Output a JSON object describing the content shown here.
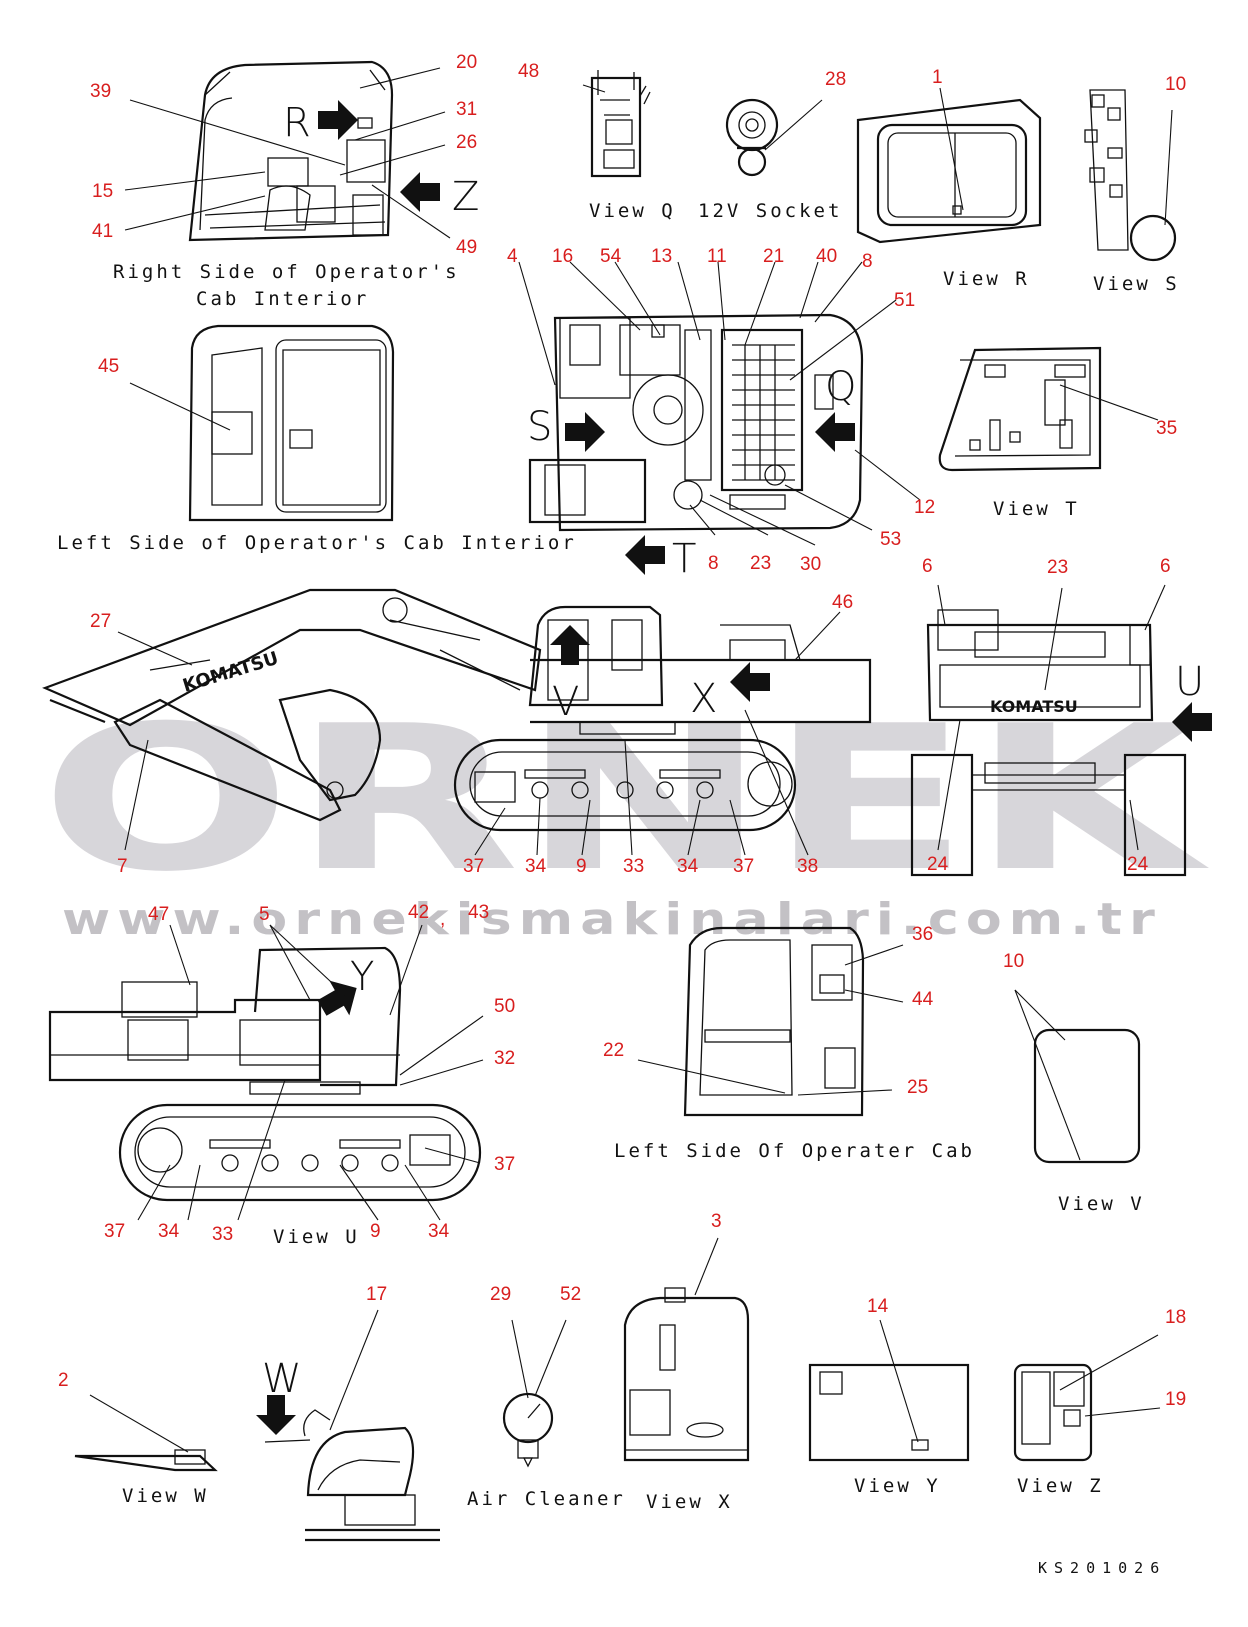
{
  "watermark": {
    "brand": "ORNEK",
    "url": "www.ornekismakinalari.com.tr"
  },
  "drawing_code": "KS201026",
  "brand_on_machine": "KOMATSU",
  "captions": {
    "right_cab_1": "Right Side of Operator's",
    "right_cab_2": "Cab Interior",
    "left_cab": "Left Side of Operator's Cab Interior",
    "view_q": "View Q",
    "socket": "12V Socket",
    "view_r": "View R",
    "view_s": "View S",
    "view_t": "View T",
    "left_side_cab": "Left Side Of Operater Cab",
    "view_v": "View V",
    "view_u": "View U",
    "view_w": "View W",
    "air_cleaner": "Air Cleaner",
    "view_x": "View X",
    "view_y": "View Y",
    "view_z": "View Z"
  },
  "arrow_labels": {
    "r": "R",
    "z": "Z",
    "s": "S",
    "q": "Q",
    "t": "T",
    "v": "V",
    "x": "X",
    "u": "U",
    "y": "Y",
    "w": "W"
  },
  "callouts": [
    "20",
    "39",
    "48",
    "28",
    "1",
    "10",
    "31",
    "26",
    "15",
    "41",
    "49",
    "4",
    "16",
    "54",
    "13",
    "11",
    "21",
    "40",
    "8",
    "51",
    "45",
    "35",
    "12",
    "8",
    "23",
    "30",
    "53",
    "27",
    "46",
    "6",
    "23",
    "6",
    "7",
    "37",
    "34",
    "9",
    "33",
    "34",
    "37",
    "38",
    "24",
    "24",
    "47",
    "5",
    "42",
    "43",
    "50",
    "32",
    "36",
    "44",
    "10",
    "22",
    "25",
    "37",
    "37",
    "34",
    "33",
    "9",
    "34",
    "3",
    "17",
    "29",
    "52",
    "14",
    "18",
    "2",
    "19"
  ],
  "comma": ","
}
